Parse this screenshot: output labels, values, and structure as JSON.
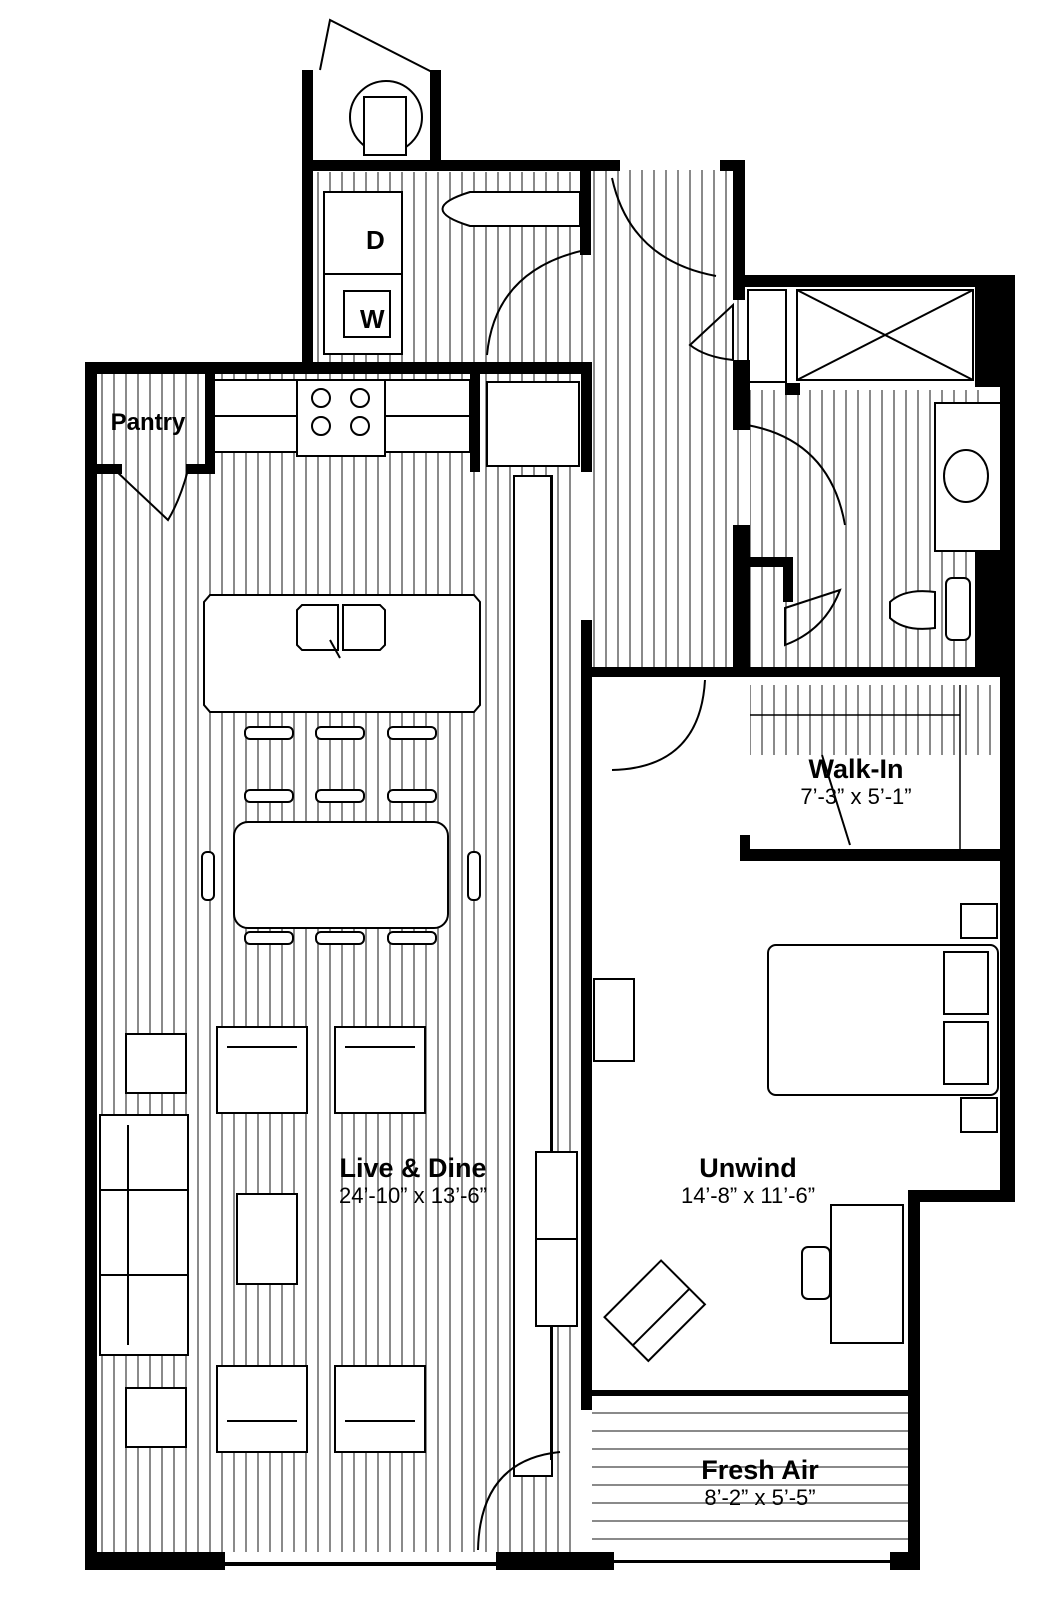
{
  "floorplan": {
    "colors": {
      "wall": "#000000",
      "floor_lines": "#8a8a8a",
      "background": "#ffffff"
    },
    "rooms": [
      {
        "id": "live_dine",
        "name": "Live & Dine",
        "dimensions": "24’-10” x 13’-6”"
      },
      {
        "id": "unwind",
        "name": "Unwind",
        "dimensions": "14’-8” x 11’-6”"
      },
      {
        "id": "walk_in",
        "name": "Walk-In",
        "dimensions": "7’-3” x 5’-1”"
      },
      {
        "id": "fresh_air",
        "name": "Fresh Air",
        "dimensions": "8’-2” x 5’-5”"
      },
      {
        "id": "pantry",
        "name": "Pantry"
      }
    ],
    "appliances": {
      "dryer": "D",
      "washer": "W"
    }
  }
}
